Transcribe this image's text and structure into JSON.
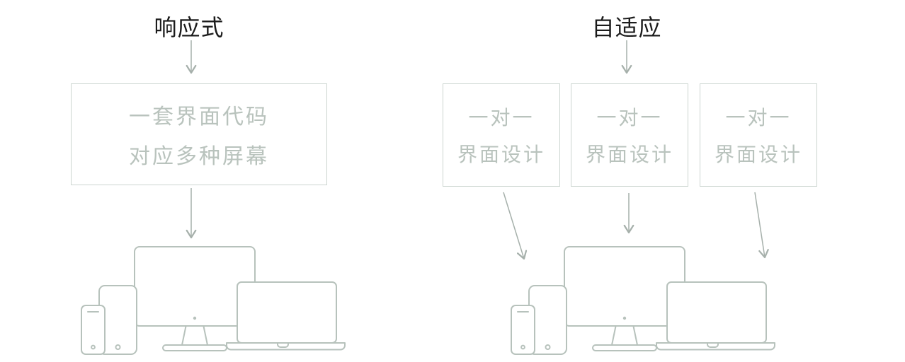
{
  "left": {
    "title": "响应式",
    "box": {
      "line1": "一套界面代码",
      "line2": "对应多种屏幕"
    }
  },
  "right": {
    "title": "自适应",
    "boxes": [
      {
        "line1": "一对一",
        "line2": "界面设计"
      },
      {
        "line1": "一对一",
        "line2": "界面设计"
      },
      {
        "line1": "一对一",
        "line2": "界面设计"
      }
    ]
  },
  "icons": {
    "devices": [
      "monitor-icon",
      "laptop-icon",
      "tablet-icon",
      "phone-icon"
    ]
  },
  "colors": {
    "title_text": "#1b1b1b",
    "box_border": "#ccd5d0",
    "box_text": "#b9c3bd",
    "device_outline": "#b7c2bc",
    "arrow": "#a6b0ab",
    "background": "#ffffff"
  }
}
